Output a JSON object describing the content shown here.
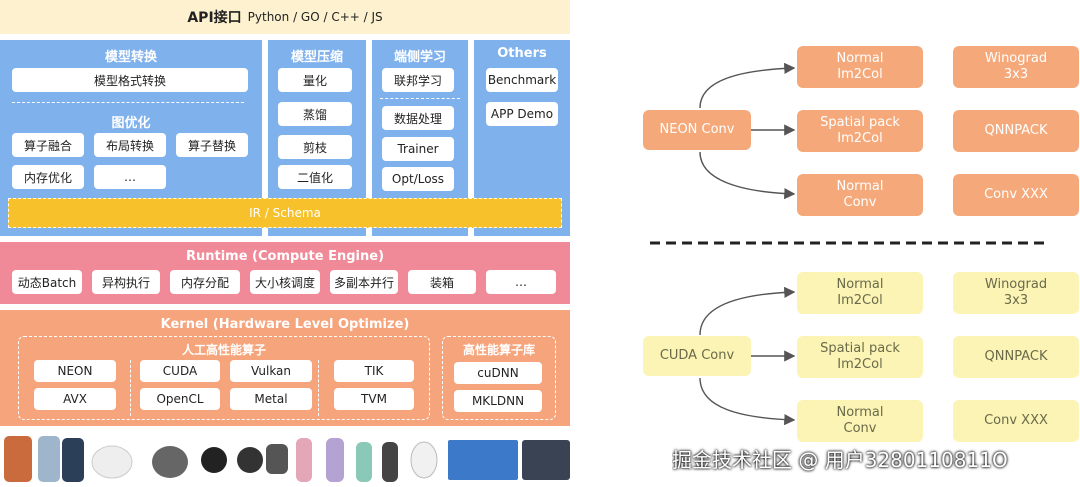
{
  "api": {
    "title": "API接口",
    "langs": "Python / GO / C++ / JS"
  },
  "conversion": {
    "title": "模型转换",
    "format": "模型格式转换",
    "graph_title": "图优化",
    "items": [
      "算子融合",
      "布局转换",
      "算子替换",
      "内存优化",
      "…"
    ]
  },
  "compression": {
    "title": "模型压缩",
    "items": [
      "量化",
      "蒸馏",
      "剪枝",
      "二值化"
    ]
  },
  "ondevice": {
    "title": "端侧学习",
    "items": [
      "联邦学习",
      "数据处理",
      "Trainer",
      "Opt/Loss"
    ]
  },
  "others": {
    "title": "Others",
    "items": [
      "Benchmark",
      "APP Demo"
    ]
  },
  "ir": "IR / Schema",
  "runtime": {
    "title": "Runtime (Compute Engine)",
    "items": [
      "动态Batch",
      "异构执行",
      "内存分配",
      "大小核调度",
      "多副本并行",
      "装箱",
      "…"
    ]
  },
  "kernel": {
    "title": "Kernel (Hardware Level Optimize)",
    "hp_title": "人工高性能算子",
    "hp_items": [
      "NEON",
      "AVX",
      "CUDA",
      "OpenCL",
      "Vulkan",
      "Metal",
      "TIK",
      "TVM"
    ],
    "lib_title": "高性能算子库",
    "lib_items": [
      "cuDNN",
      "MKLDNN"
    ]
  },
  "neon_group": {
    "source": "NEON Conv",
    "targets": [
      "Normal\nIm2Col",
      "Spatial pack\nIm2Col",
      "Normal\nConv"
    ],
    "others": [
      "Winograd\n3x3",
      "QNNPACK",
      "Conv XXX"
    ]
  },
  "cuda_group": {
    "source": "CUDA Conv",
    "targets": [
      "Normal\nIm2Col",
      "Spatial pack\nIm2Col",
      "Normal\nConv"
    ],
    "others": [
      "Winograd\n3x3",
      "QNNPACK",
      "Conv XXX"
    ]
  },
  "watermark": "掘金技术社区 @ 用户3280110811O",
  "colors": {
    "api": "#fdf1cf",
    "blue": "#7fb1ec",
    "ir": "#f6c12b",
    "runtime": "#f08a98",
    "kernel": "#f6a47c",
    "neon": "#f5a97a",
    "cuda": "#fbf4b5"
  }
}
